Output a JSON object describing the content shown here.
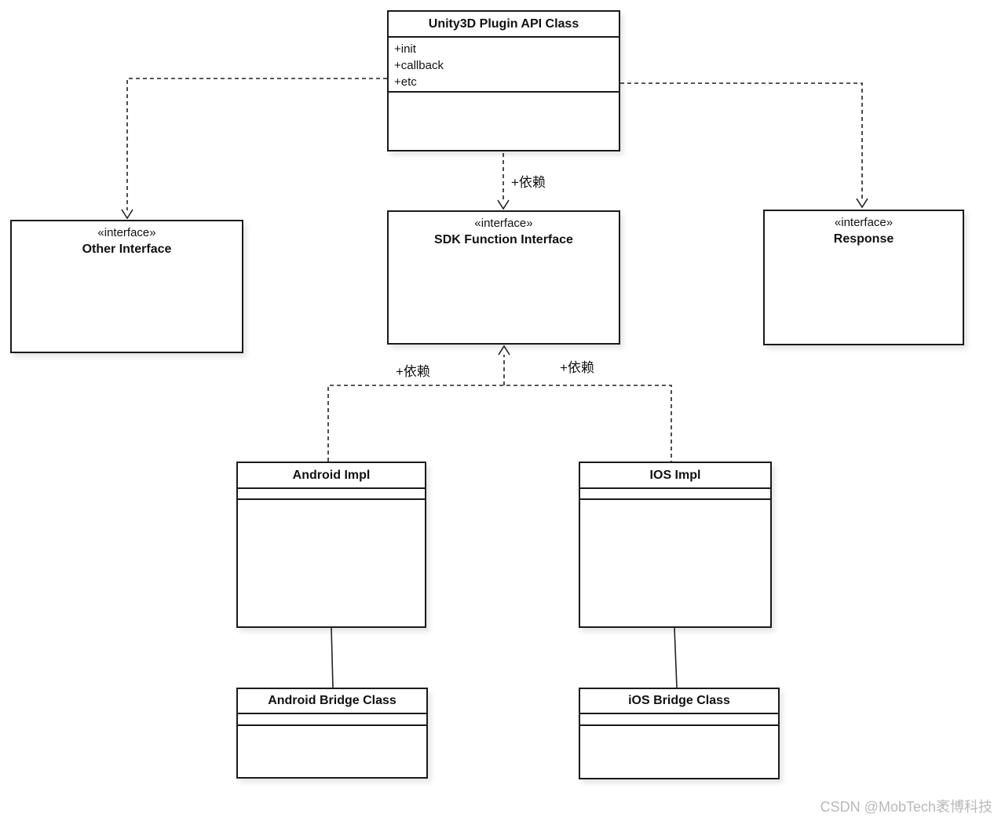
{
  "diagram": {
    "nodes": {
      "unity_api": {
        "title": "Unity3D Plugin API Class",
        "attributes": [
          "+init",
          "+callback",
          "+etc"
        ]
      },
      "other_interface": {
        "stereotype": "«interface»",
        "title": "Other Interface"
      },
      "sdk_interface": {
        "stereotype": "«interface»",
        "title": "SDK Function Interface"
      },
      "response": {
        "stereotype": "«interface»",
        "title": "Response"
      },
      "android_impl": {
        "title": "Android Impl"
      },
      "ios_impl": {
        "title": "IOS Impl"
      },
      "android_bridge": {
        "title": "Android Bridge Class"
      },
      "ios_bridge": {
        "title": "iOS Bridge Class"
      }
    },
    "edge_labels": {
      "unity_to_sdk": "+依赖",
      "android_to_sdk": "+依赖",
      "ios_to_sdk": "+依赖"
    },
    "colors": {
      "box_border": "#1a1a1a",
      "box_fill": "#ffffff",
      "edge_stroke": "#222222",
      "background": "#ffffff",
      "watermark_text": "#b9b9b9"
    }
  },
  "watermark": {
    "text": "CSDN @MobTech袤博科技"
  }
}
